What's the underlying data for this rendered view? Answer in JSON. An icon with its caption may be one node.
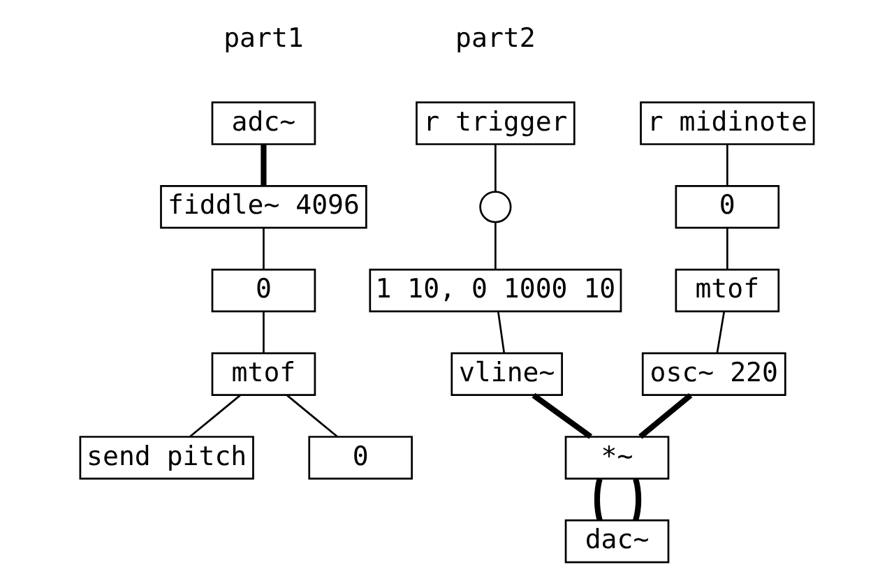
{
  "diagram": {
    "nodes": [
      {
        "text": [
          "adc~"
        ]
      },
      {
        "text": [
          "fiddle~ 4096"
        ]
      },
      {
        "text": [
          "0"
        ]
      },
      {
        "text": [
          "mtof"
        ]
      },
      {
        "text": [
          "send pitch"
        ]
      },
      {
        "text": [
          "0"
        ]
      },
      {
        "text": [
          "r trigger"
        ]
      },
      {
        "text": [],
        "shape": "circle"
      },
      {
        "text": [
          "1 10, 0 1000 10"
        ]
      },
      {
        "text": [
          "vline~"
        ]
      },
      {
        "text": [
          "*~"
        ]
      },
      {
        "text": [
          "dac~"
        ]
      },
      {
        "text": [
          "r midinote"
        ]
      },
      {
        "text": [
          "0"
        ]
      },
      {
        "text": [
          "mtof"
        ]
      },
      {
        "text": [
          "osc~ 220"
        ]
      }
    ],
    "edges": [
      {
        "from": 0,
        "to": 1,
        "arrow": "none",
        "style": "thick"
      },
      {
        "from": 1,
        "to": 2,
        "arrow": "none"
      },
      {
        "from": 2,
        "to": 3,
        "arrow": "none"
      },
      {
        "from": 3,
        "to": 4,
        "arrow": "none"
      },
      {
        "from": 3,
        "to": 5,
        "arrow": "none"
      },
      {
        "from": 6,
        "to": 7,
        "arrow": "none"
      },
      {
        "from": 7,
        "to": 8,
        "arrow": "none"
      },
      {
        "from": 8,
        "to": 9,
        "arrow": "none"
      },
      {
        "from": 9,
        "to": 10,
        "arrow": "none",
        "style": "thick"
      },
      {
        "from": 10,
        "to": 11,
        "arrow": "none",
        "style": "thick"
      },
      {
        "from": 10,
        "to": 11,
        "arrow": "none",
        "style": "thick"
      },
      {
        "from": 12,
        "to": 13,
        "arrow": "none"
      },
      {
        "from": 13,
        "to": 14,
        "arrow": "none"
      },
      {
        "from": 14,
        "to": 15,
        "arrow": "none"
      },
      {
        "from": 15,
        "to": 10,
        "arrow": "none",
        "style": "thick"
      }
    ],
    "labels": [
      "part1",
      "part2"
    ]
  }
}
